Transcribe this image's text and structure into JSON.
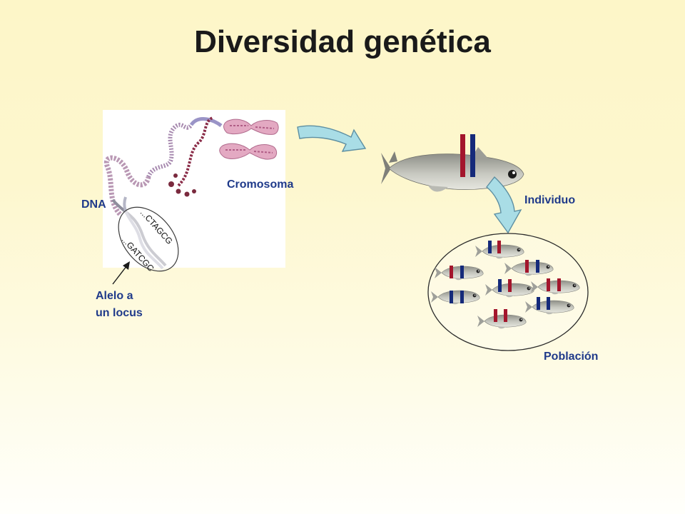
{
  "title": "Diversidad genética",
  "labels": {
    "dna": "DNA",
    "chromosome": "Cromosoma",
    "allele": "Alelo a",
    "locus": "un locus",
    "individual": "Individuo",
    "population": "Población"
  },
  "dna_sequence": {
    "top": "...CTAGCG",
    "bottom": "...GATCGC"
  },
  "colors": {
    "allele_red": "#a3162c",
    "allele_blue": "#152a7a",
    "arrow_fill": "#a9dde6",
    "arrow_stroke": "#5d8fa2",
    "label_blue": "#1f3a8a"
  }
}
